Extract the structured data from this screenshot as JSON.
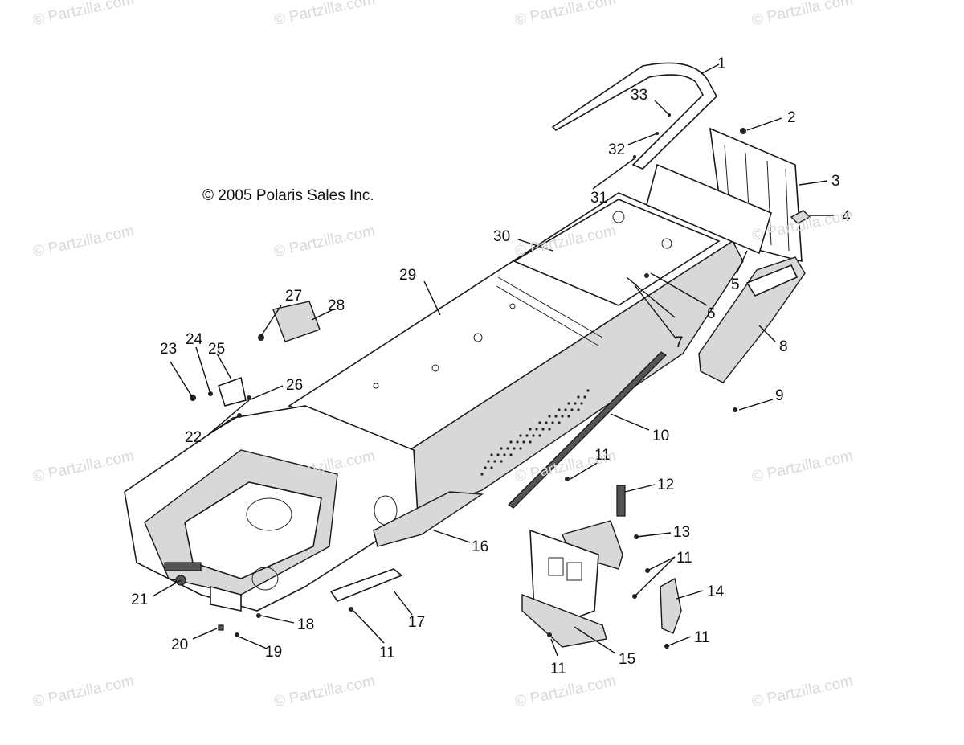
{
  "copyright": "© 2005 Polaris Sales Inc.",
  "watermark": "© Partzilla.com",
  "callouts": [
    "1",
    "2",
    "3",
    "4",
    "5",
    "6",
    "7",
    "8",
    "9",
    "10",
    "11",
    "12",
    "13",
    "14",
    "15",
    "16",
    "17",
    "18",
    "19",
    "20",
    "21",
    "22",
    "23",
    "24",
    "25",
    "26",
    "27",
    "28",
    "29",
    "30",
    "31",
    "32",
    "33"
  ],
  "colors": {
    "line": "#1a1a1a",
    "watermark": "#d9d9d9",
    "background": "#ffffff"
  }
}
